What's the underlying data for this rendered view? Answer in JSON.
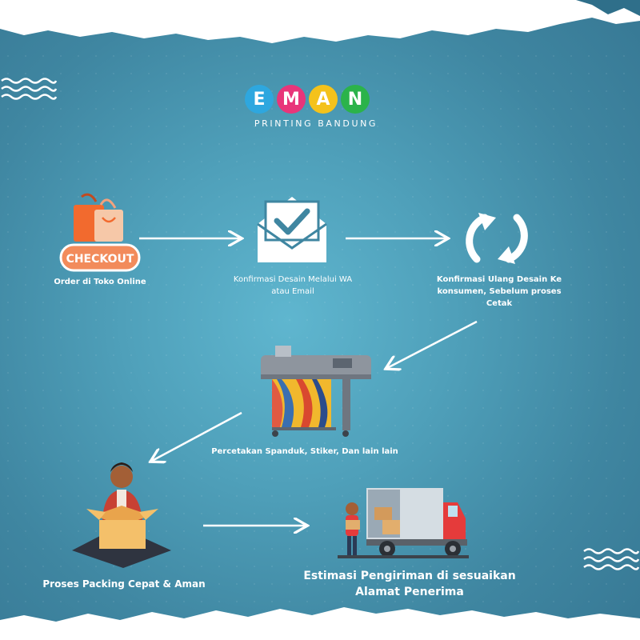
{
  "brand": {
    "letters": [
      "E",
      "M",
      "A",
      "N"
    ],
    "letter_colors": [
      "#2ea7df",
      "#e8357a",
      "#f4c21b",
      "#2bb34a"
    ],
    "subtitle": "PRINTING BANDUNG"
  },
  "steps": [
    {
      "icon": "checkout-bags-icon",
      "badge": "CHECKOUT",
      "label": "Order di Toko Online"
    },
    {
      "icon": "email-check-icon",
      "label": "Konfirmasi Desain Melalui WA atau Email"
    },
    {
      "icon": "refresh-cycle-icon",
      "label": "Konfirmasi Ulang Desain Ke konsumen, Sebelum proses Cetak"
    },
    {
      "icon": "large-format-printer-icon",
      "label": "Percetakan Spanduk, Stiker, Dan lain lain"
    },
    {
      "icon": "packing-box-icon",
      "label": "Proses Packing Cepat & Aman"
    },
    {
      "icon": "delivery-truck-icon",
      "label": "Estimasi Pengiriman di sesuaikan Alamat Penerima"
    }
  ],
  "colors": {
    "background": "#4a9ab4",
    "checkout_orange": "#f28b5b",
    "truck_red": "#e53b3b"
  }
}
